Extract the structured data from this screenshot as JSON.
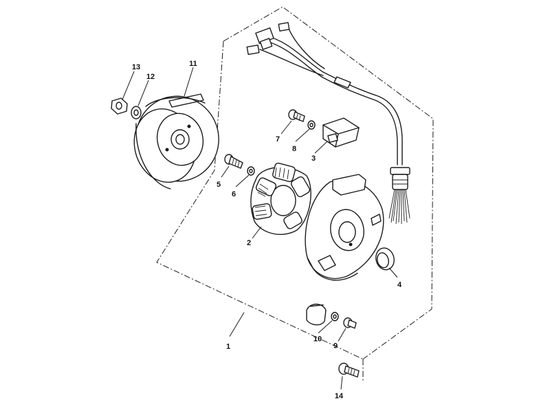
{
  "diagram": {
    "callouts": {
      "p1": "1",
      "p2": "2",
      "p3": "3",
      "p4": "4",
      "p5": "5",
      "p6": "6",
      "p7": "7",
      "p8": "8",
      "p9": "9",
      "p10": "10",
      "p11": "11",
      "p12": "12",
      "p13": "13",
      "p14": "14"
    }
  }
}
